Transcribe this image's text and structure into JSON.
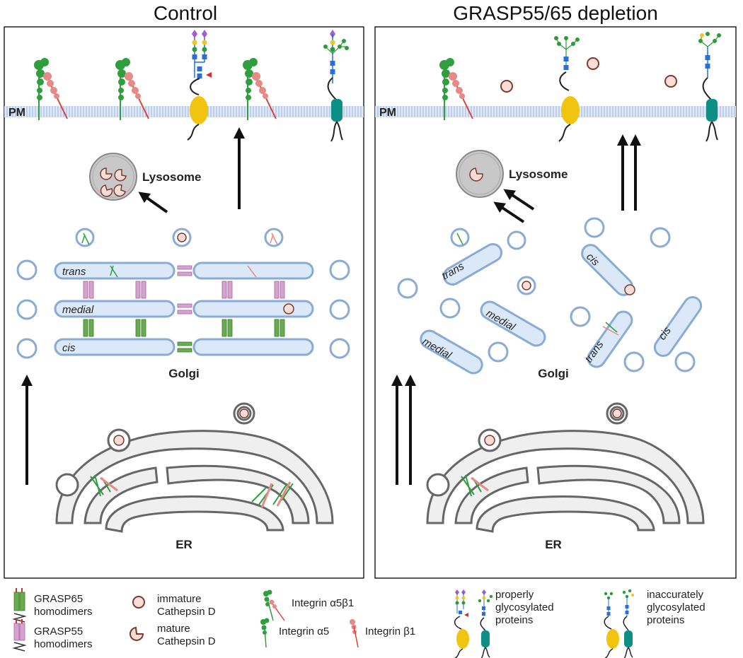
{
  "panels": {
    "control": {
      "title": "Control",
      "pm_label": "PM",
      "lysosome_label": "Lysosome",
      "golgi_label": "Golgi",
      "er_label": "ER",
      "cisternae": [
        "trans",
        "medial",
        "cis"
      ]
    },
    "depletion": {
      "title": "GRASP55/65 depletion",
      "pm_label": "PM",
      "lysosome_label": "Lysosome",
      "golgi_label": "Golgi",
      "er_label": "ER",
      "cisternae": [
        "trans",
        "medial",
        "medial",
        "cis",
        "trans",
        "cis"
      ]
    }
  },
  "legend": {
    "grasp65": [
      "GRASP65",
      "homodimers"
    ],
    "grasp55": [
      "GRASP55",
      "homodimers"
    ],
    "immature": [
      "immature",
      "Cathepsin D"
    ],
    "mature": [
      "mature",
      "Cathepsin D"
    ],
    "integrin_a5b1": "Integrin α5β1",
    "integrin_a5": "Integrin α5",
    "integrin_b1": "Integrin β1",
    "proper": [
      "properly",
      "glycosylated",
      "proteins"
    ],
    "inaccurate": [
      "inaccurately",
      "glycosylated",
      "proteins"
    ]
  },
  "colors": {
    "cisterna_fill": "#dbe8f7",
    "cisterna_stroke": "#8aabd6",
    "integrin_alpha": "#2e9e3e",
    "integrin_beta": "#e58a86",
    "grasp65": "#6aab4f",
    "grasp55": "#d7a1d1",
    "yellow_protein": "#f1c40f",
    "teal_protein": "#0e8f86",
    "membrane": "#c9daf2"
  }
}
